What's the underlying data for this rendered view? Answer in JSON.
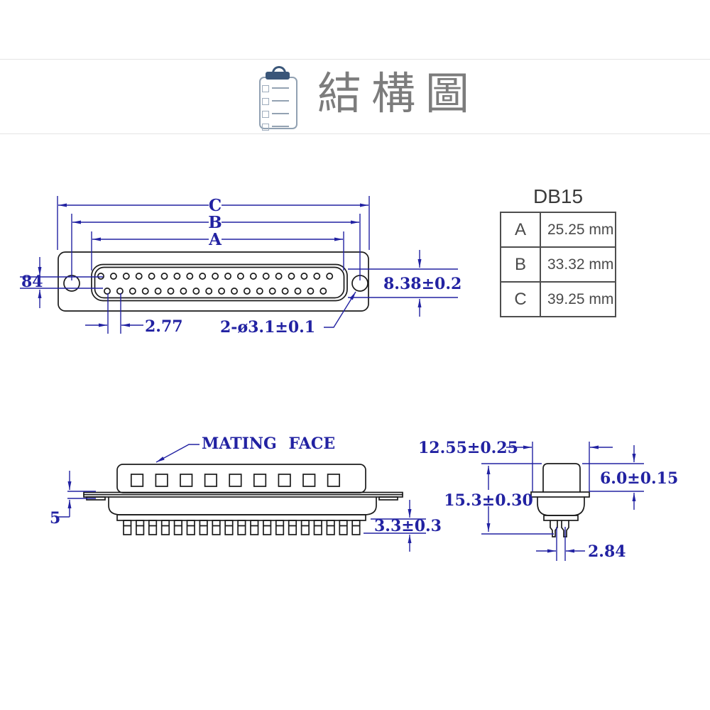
{
  "header": {
    "title": "結構圖",
    "icon": "clipboard-checklist-icon"
  },
  "spec_table": {
    "title": "DB15",
    "rows": [
      {
        "param": "A",
        "value": "25.25 mm"
      },
      {
        "param": "B",
        "value": "33.32 mm"
      },
      {
        "param": "C",
        "value": "39.25 mm"
      }
    ]
  },
  "front_view": {
    "label_c": "C",
    "label_b": "B",
    "label_a": "A",
    "dim_vertical_left": "84",
    "dim_height": "8.38±0.2",
    "dim_pin_pitch": "2.77",
    "dim_mounting_holes": "2-ø3.1±0.1",
    "pin_count_top_row": 19,
    "pin_count_bottom_row": 18,
    "mounting_hole_count": 2
  },
  "side_view": {
    "mating_face_label": "MATING FACE",
    "dim_flange_thickness": "5",
    "dim_pin_length": "3.3±0.3",
    "hole_count": 9,
    "pin_count": 19
  },
  "end_view": {
    "dim_flange_width": "12.55±0.25",
    "dim_upper_height": "6.0±0.15",
    "dim_total_height": "15.3±0.30",
    "dim_pin_spacing": "2.84"
  },
  "colors": {
    "drawing_line": "#1b1b1b",
    "dimension_blue": "#2222a2",
    "title_gray": "#7c7c7c",
    "table_text": "#4a4a4a",
    "table_border": "#4e4e4e",
    "divider": "#e4e4e4",
    "clipboard_outline": "#91a1b2",
    "clipboard_clip": "#3a5679"
  }
}
